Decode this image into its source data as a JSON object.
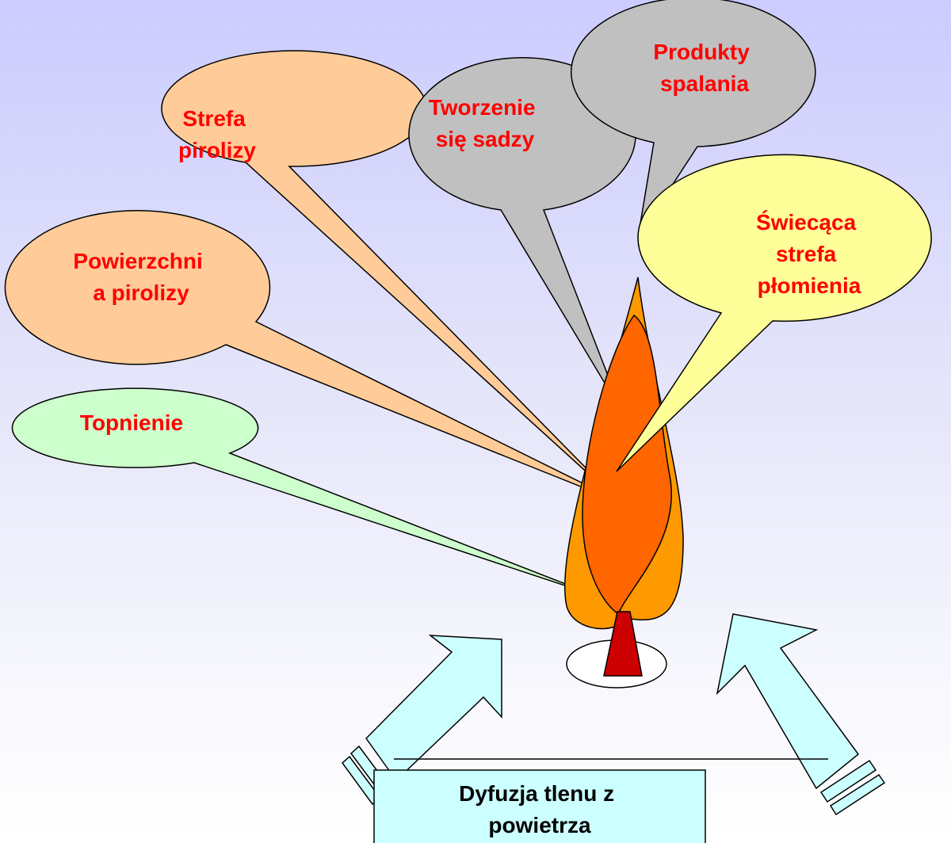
{
  "callouts": {
    "strefa_pirolizy": {
      "line1": "Strefa",
      "line2": "pirolizy",
      "color": "#ffcc99"
    },
    "powierzchnia_pirolizy": {
      "line1": "Powierzchni",
      "line2": "a pirolizy",
      "color": "#ffcc99"
    },
    "topnienie": {
      "line1": "Topnienie",
      "color": "#ccffcc"
    },
    "tworzenie_sadzy": {
      "line1": "Tworzenie",
      "line2": "się sadzy",
      "color": "#c0c0c0"
    },
    "produkty_spalania": {
      "line1": "Produkty",
      "line2": "spalania",
      "color": "#c0c0c0"
    },
    "swiecaca_strefa": {
      "line1": "Świecąca",
      "line2": "strefa",
      "line3": "płomienia",
      "color": "#ffff99"
    }
  },
  "air_box": {
    "line1": "Dyfuzja tlenu z",
    "line2": "powietrza",
    "color": "#ccffff"
  },
  "colors": {
    "label_text": "#ff0000",
    "flame_outer": "#ff9900",
    "flame_inner": "#ff6600",
    "wick": "#cc0000",
    "arrow": "#ccffff"
  }
}
